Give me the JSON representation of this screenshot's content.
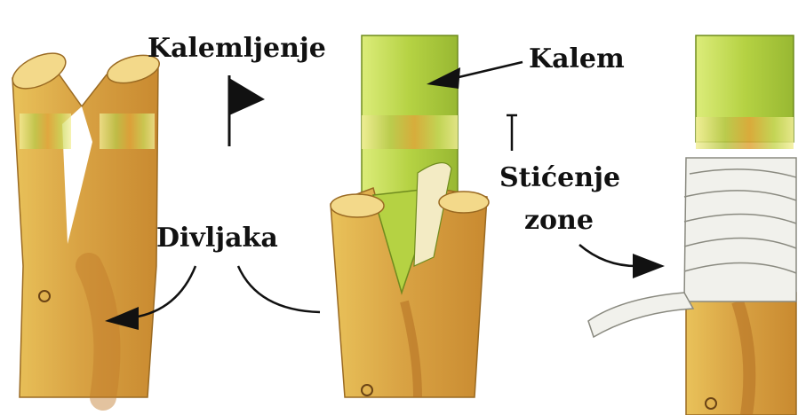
{
  "labels": {
    "grafting": "Kalemljenje",
    "scion": "Kalem",
    "rootstock": "Divljaka",
    "protection_line1": "Stićenje",
    "protection_line2": "zone"
  },
  "colors": {
    "bark": "#d9a344",
    "bark_dark": "#b97a2a",
    "bark_light": "#f3d98a",
    "scion": "#b5d243",
    "scion_light": "#dcec7a",
    "bandage": "#f1f1ec",
    "arrow": "#111111"
  },
  "icons": [
    "pennant-flag-icon",
    "arrow-icon"
  ]
}
